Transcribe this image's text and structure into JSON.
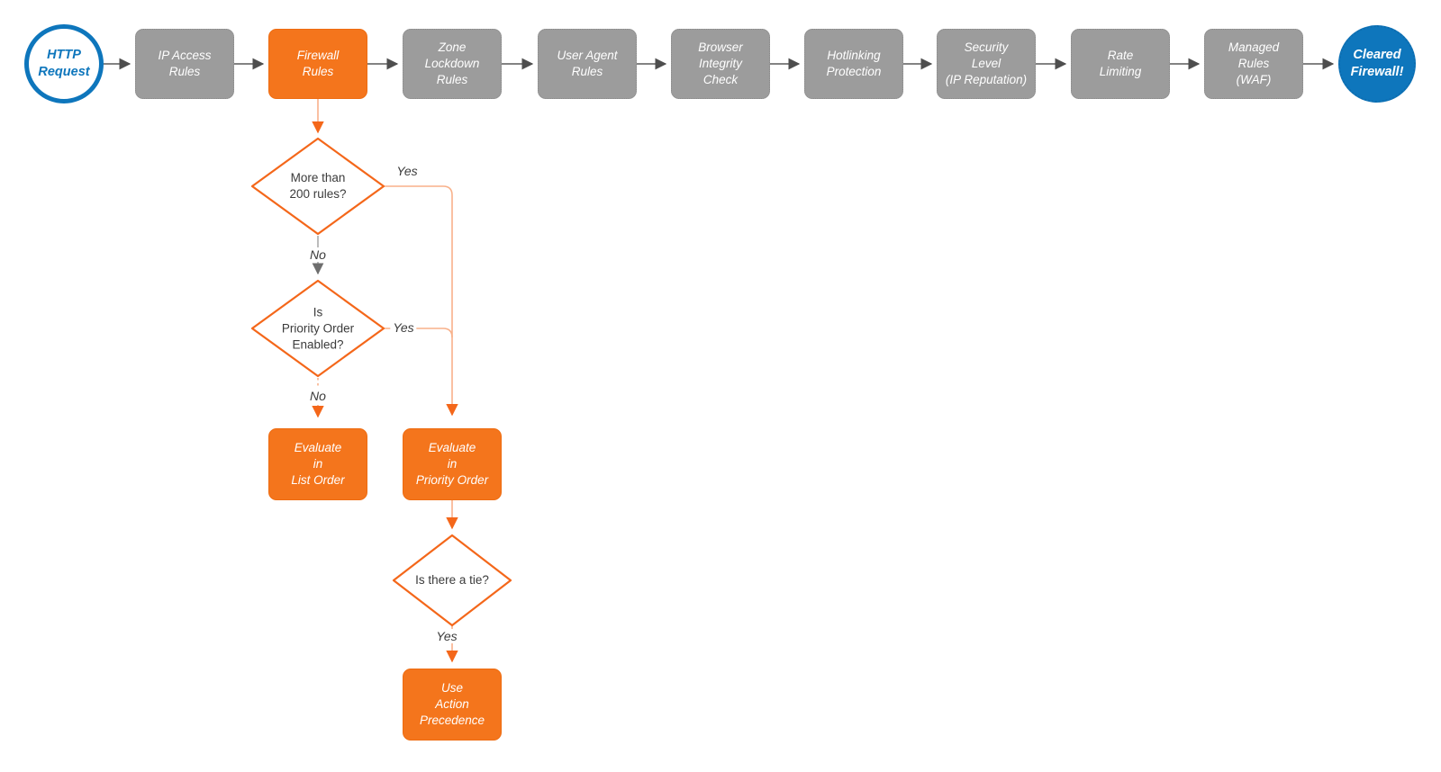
{
  "diagram": {
    "type": "flowchart",
    "colors": {
      "stage_gray": "#9c9c9c",
      "accent_orange": "#f4751c",
      "connector_salmon": "#f8b18a",
      "terminal_blue": "#0e76bc",
      "arrow_dark": "#565656",
      "text_dark": "#3b3b3b"
    }
  },
  "pipeline": {
    "start": {
      "label": "HTTP\nRequest"
    },
    "stages": [
      {
        "label": "IP Access\nRules"
      },
      {
        "label": "Firewall\nRules",
        "highlighted": true
      },
      {
        "label": "Zone\nLockdown\nRules"
      },
      {
        "label": "User Agent\nRules"
      },
      {
        "label": "Browser\nIntegrity\nCheck"
      },
      {
        "label": "Hotlinking\nProtection"
      },
      {
        "label": "Security\nLevel\n(IP Reputation)"
      },
      {
        "label": "Rate\nLimiting"
      },
      {
        "label": "Managed\nRules\n(WAF)"
      }
    ],
    "end": {
      "label": "Cleared\nFirewall!"
    }
  },
  "branch": {
    "decision_rule_count": {
      "question": "More than\n200 rules?",
      "yes_label": "Yes",
      "no_label": "No"
    },
    "decision_priority_order": {
      "question": "Is\nPriority Order\nEnabled?",
      "yes_label": "Yes",
      "no_label": "No"
    },
    "decision_tie": {
      "question": "Is there a tie?",
      "yes_label": "Yes"
    },
    "process_list_order": {
      "label": "Evaluate\nin\nList Order"
    },
    "process_priority_order": {
      "label": "Evaluate\nin\nPriority Order"
    },
    "process_action_precedence": {
      "label": "Use\nAction\nPrecedence"
    }
  }
}
